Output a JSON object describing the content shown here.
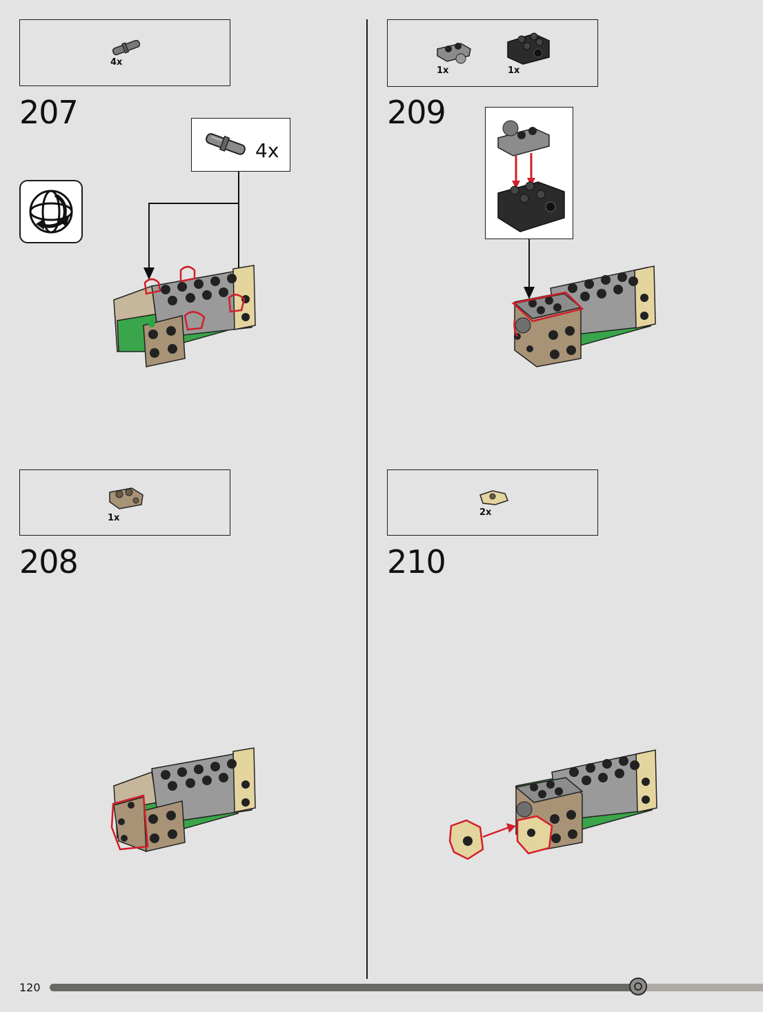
{
  "steps": [
    {
      "number": "207",
      "parts": [
        {
          "qty": "4x",
          "part": "connector-pin"
        }
      ],
      "callout_qty": "4x"
    },
    {
      "number": "208",
      "parts": [
        {
          "qty": "1x",
          "part": "tan-bracket"
        }
      ]
    },
    {
      "number": "209",
      "parts": [
        {
          "qty": "1x",
          "part": "gray-plate-with-ball"
        },
        {
          "qty": "1x",
          "part": "black-technic-brick"
        }
      ]
    },
    {
      "number": "210",
      "parts": [
        {
          "qty": "2x",
          "part": "tan-clip"
        }
      ]
    }
  ],
  "page": {
    "number": "120",
    "progress": 0.82
  },
  "colors": {
    "background": "#e3e3e3",
    "highlight": "#d21f2a",
    "gray": "#8c8c8c",
    "dark": "#2b2b2b",
    "tan": "#a89377",
    "green": "#3aa54a",
    "light_tan": "#e4d49e"
  }
}
